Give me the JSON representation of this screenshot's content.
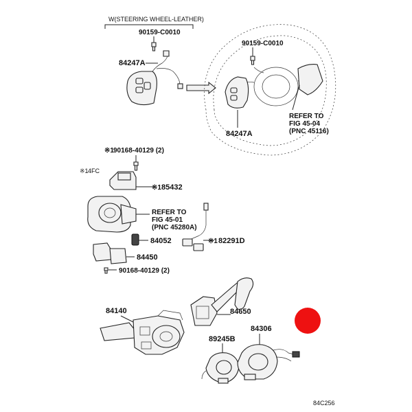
{
  "header": {
    "variant_note": "W(STEERING WHEEL-LEATHER)"
  },
  "labels": {
    "bolt_left": "90159-C0010",
    "bolt_right": "90159-C0010",
    "switch_left": "84247A",
    "switch_right": "84247A",
    "refer_45_04_line1": "REFER TO",
    "refer_45_04_line2": "FIG 45-04",
    "refer_45_04_line3": "(PNC 45116)",
    "screw_top_mark": "※1",
    "screw_top": "90168-40129 (2)",
    "fc_mark": "※1",
    "fc_note": "4FC",
    "part_85432_mark": "※1",
    "part_85432": "85432",
    "refer_45_01_line1": "REFER TO",
    "refer_45_01_line2": "FIG 45-01",
    "refer_45_01_line3": "(PNC 45280A)",
    "part_84052": "84052",
    "part_82291d_mark": "※1",
    "part_82291d": "82291D",
    "part_84450": "84450",
    "screw_bottom": "90168-40129 (2)",
    "part_84140": "84140",
    "part_84650": "84650",
    "part_84306": "84306",
    "part_89245b": "89245B",
    "diagram_code": "84C256"
  },
  "marker": {
    "color": "#ee1111"
  }
}
